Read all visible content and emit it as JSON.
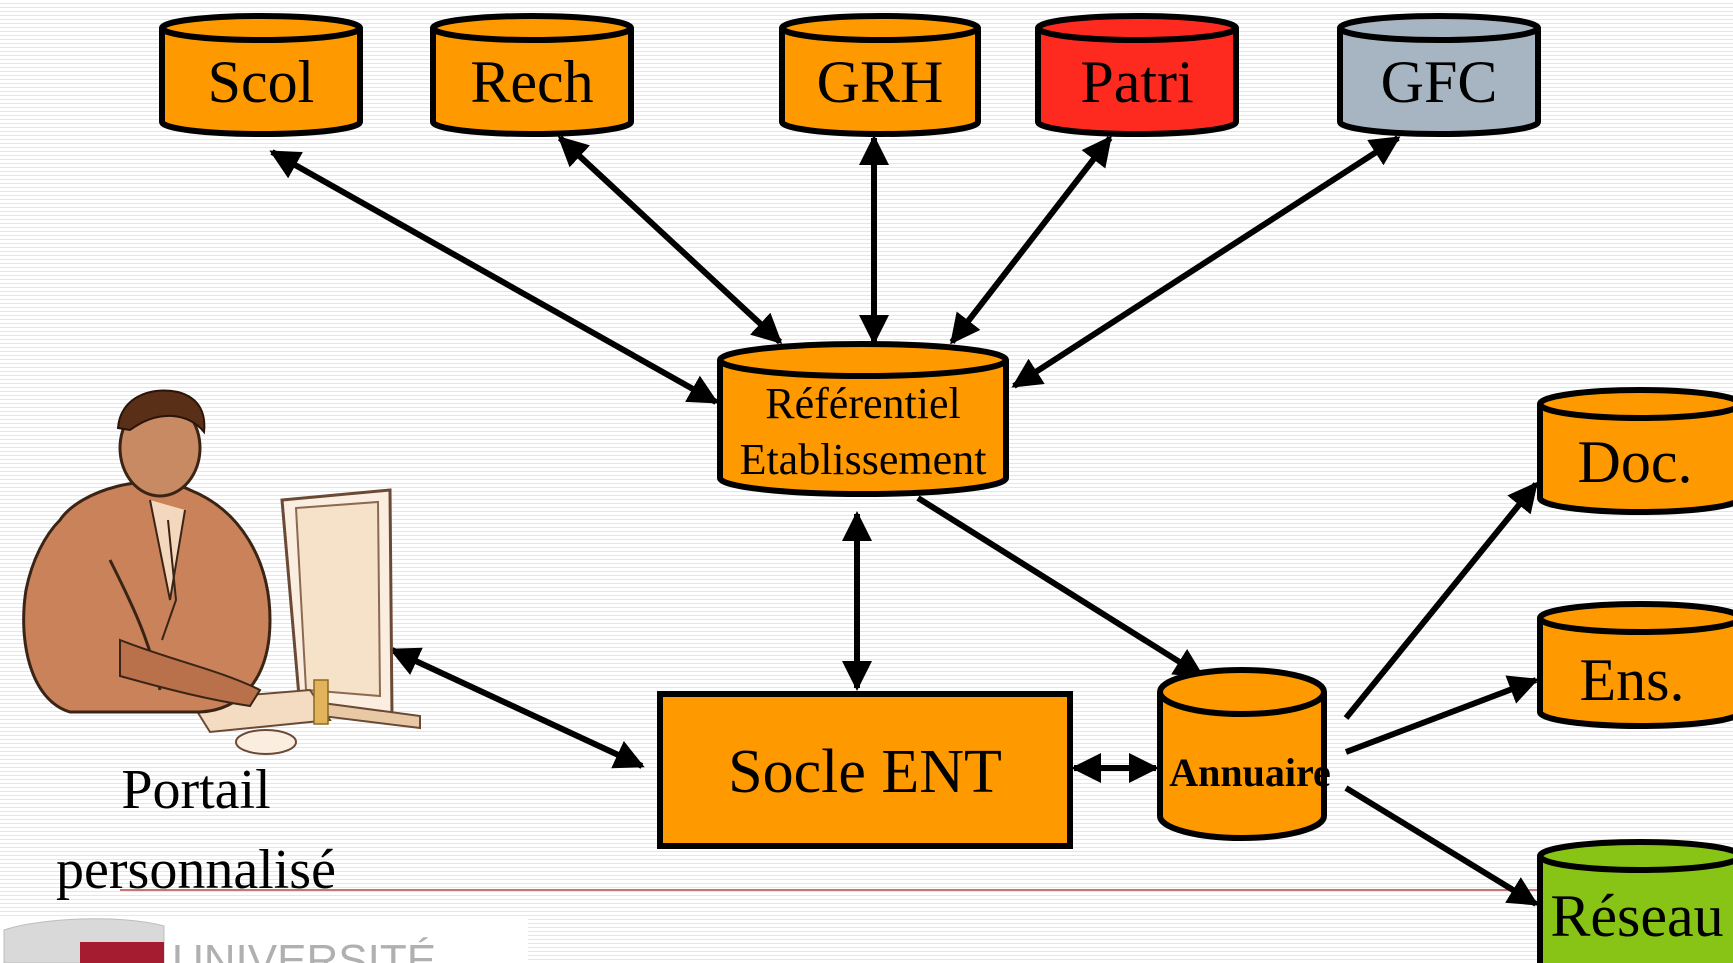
{
  "nodes": {
    "scol": {
      "label": "Scol",
      "color": "#FF9900"
    },
    "rech": {
      "label": "Rech",
      "color": "#FF9900"
    },
    "grh": {
      "label": "GRH",
      "color": "#FF9900"
    },
    "patri": {
      "label": "Patri",
      "color": "#FF2A1F"
    },
    "gfc": {
      "label": "GFC",
      "color": "#A7B4C1"
    },
    "referentiel": {
      "label_line1": "Référentiel",
      "label_line2": "Etablissement",
      "color": "#FF9900"
    },
    "socle": {
      "label": "Socle ENT",
      "color": "#FF9900"
    },
    "annuaire": {
      "label": "Annuaire",
      "color": "#FF9900"
    },
    "doc": {
      "label": "Doc.",
      "color": "#FF9900"
    },
    "ens": {
      "label": "Ens.",
      "color": "#FF9900"
    },
    "reseau": {
      "label": "Réseau",
      "color": "#88C416"
    }
  },
  "portal": {
    "line1": "Portail",
    "line2": "personnalisé"
  },
  "logo": {
    "text": "UNIVERSITÉ",
    "icon": "university-building-icon",
    "color": "#A51C30"
  },
  "clipart": {
    "icon": "person-at-computer-icon"
  }
}
